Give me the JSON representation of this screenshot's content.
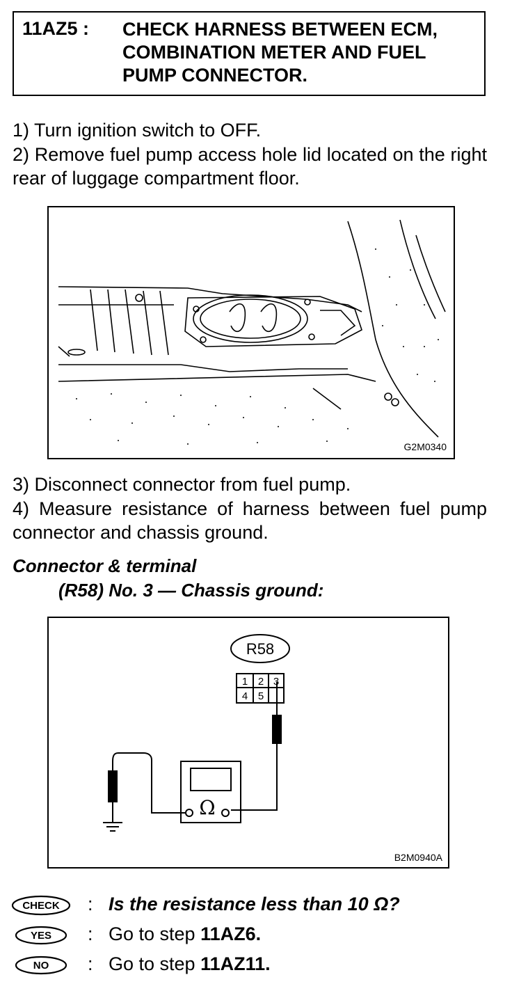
{
  "header": {
    "step_id": "11AZ5 :",
    "title": "CHECK HARNESS BETWEEN ECM, COMBINATION METER AND FUEL PUMP CONNECTOR."
  },
  "steps_a": [
    "1)  Turn ignition switch to OFF.",
    "2)  Remove fuel pump access hole lid located on the right rear of luggage compartment floor."
  ],
  "figure1": {
    "id": "G2M0340"
  },
  "steps_b": [
    "3)  Disconnect connector from fuel pump.",
    "4)  Measure resistance of harness between fuel pump connector and chassis ground."
  ],
  "connector_heading": "Connector & terminal",
  "connector_detail": "(R58) No. 3 — Chassis ground:",
  "figure2": {
    "id": "B2M0940A",
    "connector_label": "R58",
    "pins_top": [
      "1",
      "2",
      "3"
    ],
    "pins_bottom": [
      "4",
      "5",
      ""
    ],
    "meter_symbol": "Ω"
  },
  "qa": {
    "check_badge": "CHECK",
    "yes_badge": "YES",
    "no_badge": "NO",
    "check_text": "Is the resistance less than 10 Ω?",
    "yes_prefix": "Go to step ",
    "yes_target": "11AZ6.",
    "no_prefix": "Go to step ",
    "no_target": "11AZ11."
  }
}
